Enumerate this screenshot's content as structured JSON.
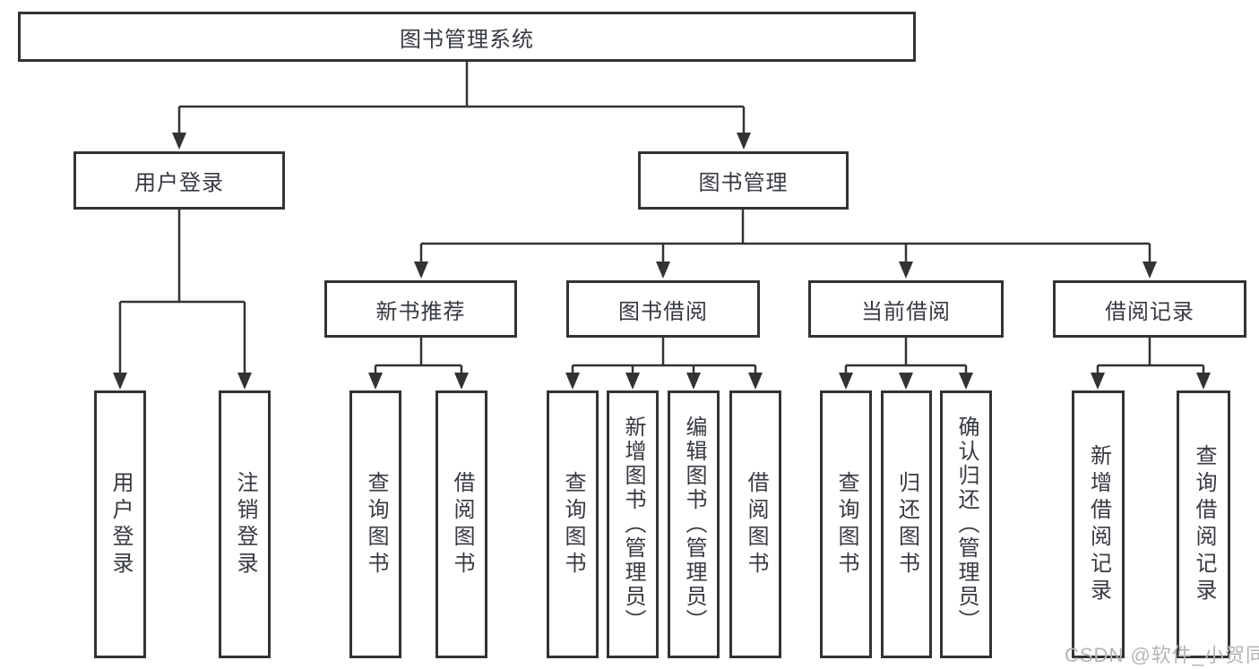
{
  "watermark": "CSDN @软件_小贺同学",
  "colors": {
    "line": "#333333",
    "ink": "#363a40",
    "watermark": "#b5b5b5"
  },
  "tree": {
    "label": "图书管理系统",
    "children": [
      {
        "label": "用户登录",
        "children": [
          {
            "label": "用户登录"
          },
          {
            "label": "注销登录"
          }
        ]
      },
      {
        "label": "图书管理",
        "children": [
          {
            "label": "新书推荐",
            "children": [
              {
                "label": "查询图书"
              },
              {
                "label": "借阅图书"
              }
            ]
          },
          {
            "label": "图书借阅",
            "children": [
              {
                "label": "查询图书"
              },
              {
                "label": "新增图书（管理员）"
              },
              {
                "label": "编辑图书（管理员）"
              },
              {
                "label": "借阅图书"
              }
            ]
          },
          {
            "label": "当前借阅",
            "children": [
              {
                "label": "查询图书"
              },
              {
                "label": "归还图书"
              },
              {
                "label": "确认归还（管理员）"
              }
            ]
          },
          {
            "label": "借阅记录",
            "children": [
              {
                "label": "新增借阅记录"
              },
              {
                "label": "查询借阅记录"
              }
            ]
          }
        ]
      }
    ]
  }
}
